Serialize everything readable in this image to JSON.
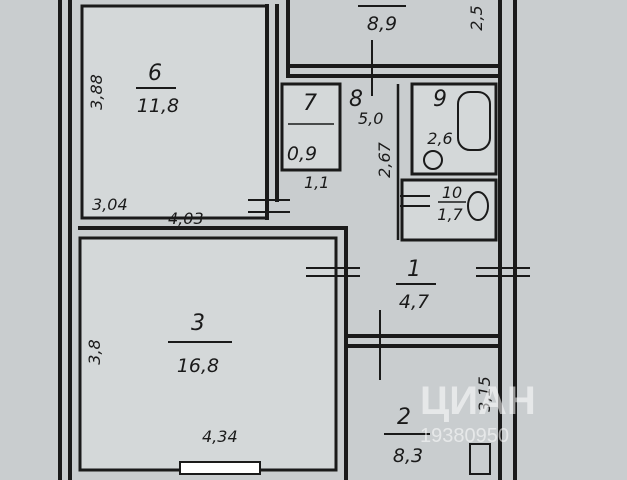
{
  "plan": {
    "rooms": [
      {
        "id": "6",
        "number": "6",
        "area": "11,8"
      },
      {
        "id": "3",
        "number": "3",
        "area": "16,8"
      },
      {
        "id": "1",
        "number": "1",
        "area": "4,7"
      },
      {
        "id": "2",
        "number": "2",
        "area": "8,3"
      },
      {
        "id": "7",
        "number": "7",
        "area": "0,9"
      },
      {
        "id": "8",
        "number": "8",
        "area": ""
      },
      {
        "id": "9",
        "number": "9",
        "area": "2,6"
      },
      {
        "id": "10",
        "number": "10",
        "area": "1,7"
      },
      {
        "id": "top",
        "number": "",
        "area": "8,9"
      }
    ],
    "dimensions": {
      "d_388": "3,88",
      "d_304": "3,04",
      "d_403": "4,03",
      "d_38": "3,8",
      "d_434": "4,34",
      "d_315": "3,15",
      "d_50": "5,0",
      "d_267": "2,67",
      "d_11": "1,1",
      "d_25": "2,5"
    },
    "watermark": {
      "brand": "ЦИАН",
      "number": "19380950"
    }
  }
}
